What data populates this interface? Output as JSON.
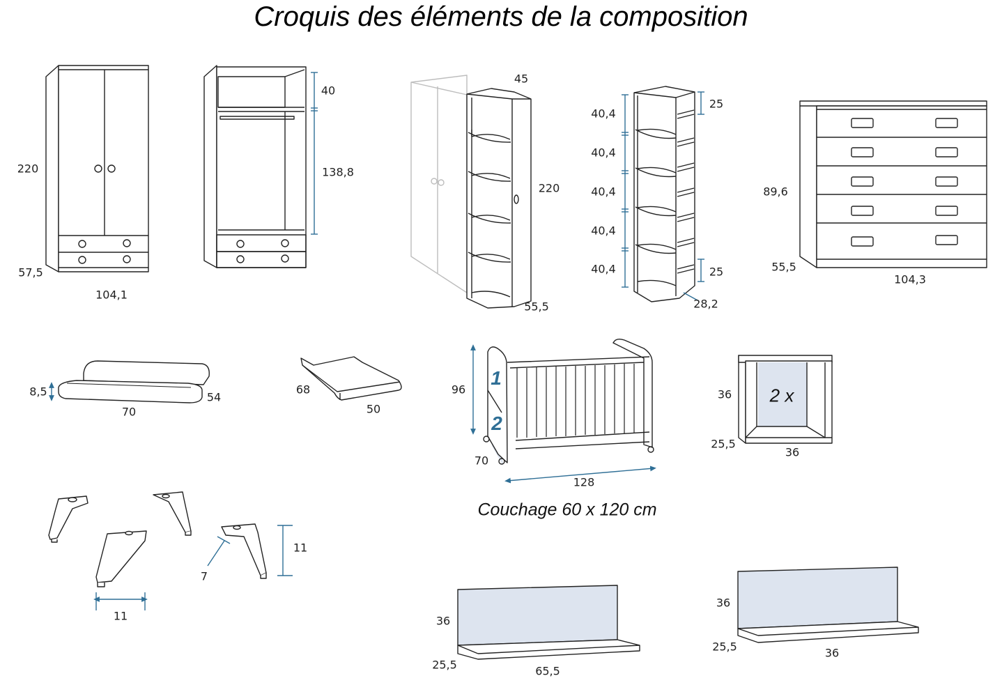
{
  "title": "Croquis des éléments de la composition",
  "colors": {
    "line": "#222222",
    "dim": "#2f6f96",
    "fill": "#dde4ef",
    "ghost": "#bdbdbd"
  },
  "wardrobe": {
    "height": "220",
    "depth": "57,5",
    "width": "104,1"
  },
  "wardrobe_open": {
    "top_section": "40",
    "hanging_section": "138,8"
  },
  "corner_unit": {
    "depth_top": "45",
    "height": "220",
    "depth_bottom": "55,5"
  },
  "corner_shelf": {
    "shelf_spacings": [
      "40,4",
      "40,4",
      "40,4",
      "40,4",
      "40,4"
    ],
    "top_gap": "25",
    "bottom_gap": "25",
    "width": "28,2"
  },
  "dresser": {
    "height": "89,6",
    "depth": "55,5",
    "width": "104,3"
  },
  "changing_pad": {
    "height": "8,5",
    "width": "70",
    "depth": "54"
  },
  "changing_tray": {
    "depth": "68",
    "width": "50"
  },
  "crib": {
    "height": "96",
    "depth": "70",
    "length": "128",
    "label_one": "1",
    "label_two": "2",
    "sleeping_area": "Couchage 60 x 120 cm"
  },
  "cube_shelf": {
    "height": "36",
    "depth": "25,5",
    "width": "36",
    "quantity": "2 x"
  },
  "feet": {
    "height": "11",
    "width": "11",
    "depth": "7"
  },
  "wall_shelf_large": {
    "height": "36",
    "depth": "25,5",
    "width": "65,5"
  },
  "wall_shelf_small": {
    "height": "36",
    "depth": "25,5",
    "width": "36"
  }
}
